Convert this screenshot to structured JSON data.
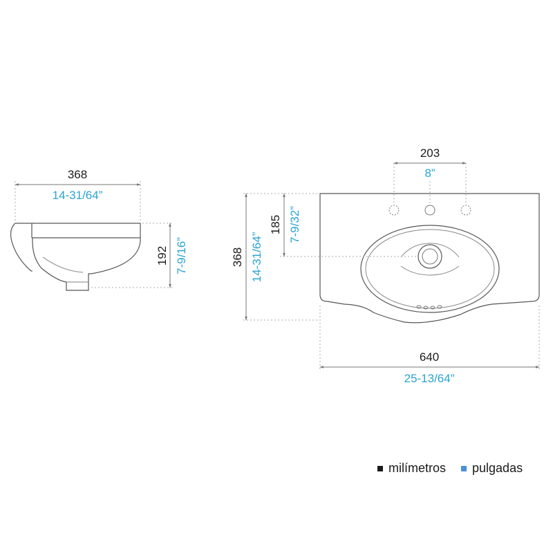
{
  "side_view": {
    "width_mm": "368",
    "width_in": "14-31/64”",
    "height_mm": "192",
    "height_in": "7-9/16”"
  },
  "front_view": {
    "tap_spacing_mm": "203",
    "tap_spacing_in": "8”",
    "depth_mm": "368",
    "depth_in": "14-31/64”",
    "drain_offset_mm": "185",
    "drain_offset_in": "7-9/32”",
    "width_mm": "640",
    "width_in": "25-13/64”"
  },
  "legend": {
    "mm_label": "milímetros",
    "in_label": "pulgadas"
  },
  "colors": {
    "mm": "#1a1a1a",
    "in": "#2aa3d4",
    "legend_in_square": "#4a90d9",
    "outline": "#555555",
    "guide": "#9a9a9a"
  }
}
